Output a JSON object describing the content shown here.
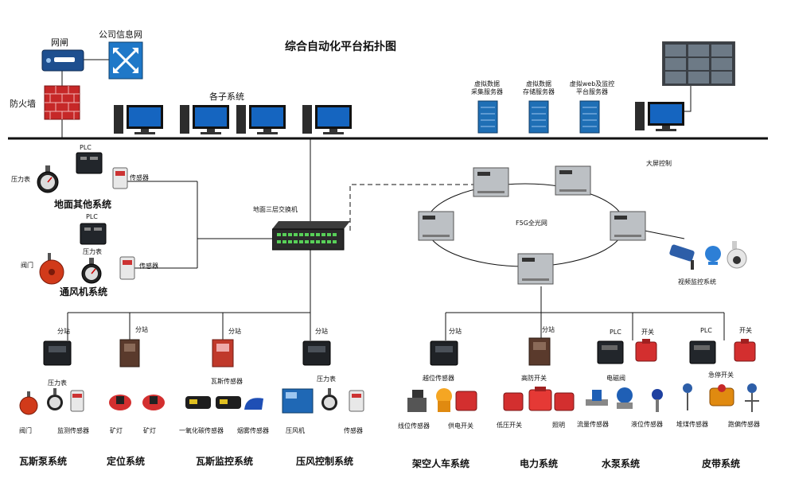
{
  "title": "综合自动化平台拓扑图",
  "top": {
    "gateway": "网闸",
    "corp_net": "公司信息网",
    "firewall": "防火墙",
    "subsystems": "各子系统",
    "server_collect": [
      "虚拟数据",
      "采集服务器"
    ],
    "server_storage": [
      "虚拟数据",
      "存储服务器"
    ],
    "server_web": [
      "虚拟web及监控",
      "平台服务器"
    ],
    "screen_ctrl": "大屏控制"
  },
  "ground": {
    "plc": "PLC",
    "sensor": "传感器",
    "pressure": "压力表",
    "title": "地面其他系统"
  },
  "vent": {
    "plc": "PLC",
    "pressure": "压力表",
    "valve": "阀门",
    "sensor": "传感器",
    "title": "通风机系统"
  },
  "switch_label": "地面三层交换机",
  "ring_label": "F5G全光网",
  "video_title": "视频监控系统",
  "bottom": {
    "substation": "分站",
    "gas_pump": {
      "pressure": "压力表",
      "valve": "阀门",
      "monitor": "监测传感器",
      "title": "瓦斯泵系统"
    },
    "position": {
      "lamp1": "矿灯",
      "lamp2": "矿灯",
      "title": "定位系统"
    },
    "gas_mon": {
      "gas_sensor": "瓦斯传感器",
      "co": "一氧化碳传感器",
      "smoke": "烟雾传感器",
      "title": "瓦斯监控系统"
    },
    "air": {
      "pressure": "压力表",
      "compressor": "压风机",
      "sensor": "传感器",
      "title": "压风控制系统"
    },
    "cableway": {
      "over": "越位传感器",
      "line": "线位传感器",
      "power": "供电开关",
      "title": "架空人车系统"
    },
    "power": {
      "hv": "高防开关",
      "lv": "低压开关",
      "light": "照明",
      "title": "电力系统"
    },
    "pump": {
      "plc": "PLC",
      "switch": "开关",
      "valve": "电磁阀",
      "flow": "流量传感器",
      "level": "液位传感器",
      "title": "水泵系统"
    },
    "belt": {
      "plc": "PLC",
      "switch": "开关",
      "estop": "急停开关",
      "pile": "堆煤传感器",
      "dev": "跑偏传感器",
      "title": "皮带系统"
    }
  },
  "colors": {
    "line": "#111111",
    "monitor": "#1565c0",
    "fw": "#c62828",
    "server": "#1f6fb5",
    "switch": "#2b2b2b",
    "port": "#58d058",
    "box": "#bcc0c4"
  },
  "icons": [
    "gateway-icon",
    "router-icon",
    "firewall-icon",
    "computer-icon",
    "server-icon",
    "video-wall-icon",
    "network-switch-icon",
    "optical-node-icon",
    "camera-icon",
    "substation-icon",
    "sensor-icon",
    "pressure-gauge-icon"
  ]
}
